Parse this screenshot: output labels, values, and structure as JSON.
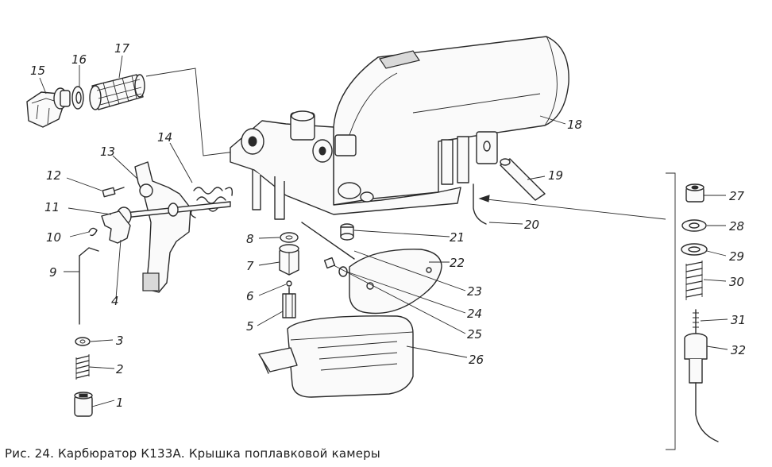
{
  "caption": "Рис. 24. Карбюратор К133А. Крышка поплавковой камеры",
  "callouts": [
    {
      "num": "1"
    },
    {
      "num": "2"
    },
    {
      "num": "3"
    },
    {
      "num": "4"
    },
    {
      "num": "5"
    },
    {
      "num": "6"
    },
    {
      "num": "7"
    },
    {
      "num": "8"
    },
    {
      "num": "9"
    },
    {
      "num": "10"
    },
    {
      "num": "11"
    },
    {
      "num": "12"
    },
    {
      "num": "13"
    },
    {
      "num": "14"
    },
    {
      "num": "15"
    },
    {
      "num": "16"
    },
    {
      "num": "17"
    },
    {
      "num": "18"
    },
    {
      "num": "19"
    },
    {
      "num": "20"
    },
    {
      "num": "21"
    },
    {
      "num": "22"
    },
    {
      "num": "23"
    },
    {
      "num": "24"
    },
    {
      "num": "25"
    },
    {
      "num": "26"
    },
    {
      "num": "27"
    },
    {
      "num": "28"
    },
    {
      "num": "29"
    },
    {
      "num": "30"
    },
    {
      "num": "31"
    },
    {
      "num": "32"
    }
  ]
}
